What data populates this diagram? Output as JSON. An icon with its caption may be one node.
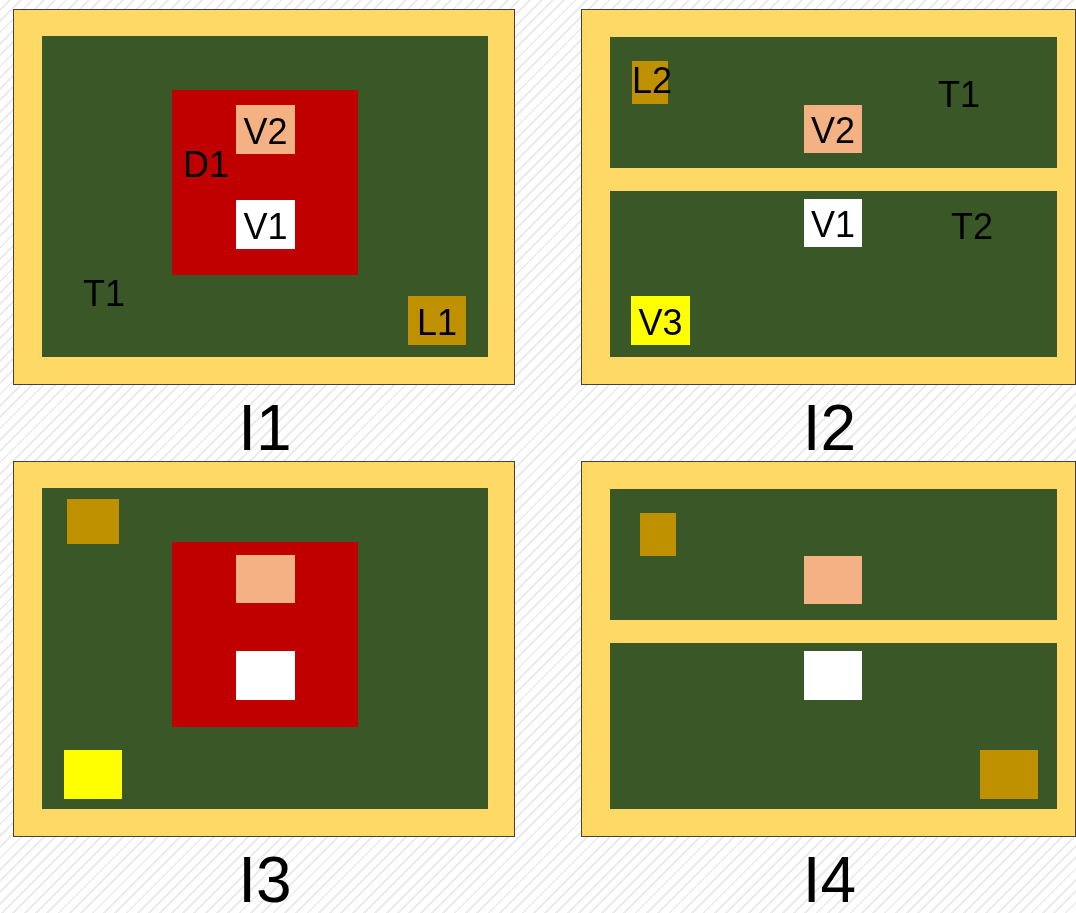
{
  "diagram": {
    "nodes": [
      {
        "text": [
          "I1"
        ]
      },
      {
        "text": [
          "T1"
        ],
        "in": 0
      },
      {
        "text": [
          "D1"
        ],
        "in": 1
      },
      {
        "text": [
          "V2"
        ],
        "in": 2
      },
      {
        "text": [
          "V1"
        ],
        "in": 2
      },
      {
        "text": [
          "L1"
        ],
        "in": 1
      },
      {
        "text": [
          "I2"
        ]
      },
      {
        "text": [
          "T1"
        ],
        "in": 6
      },
      {
        "text": [
          "L2"
        ],
        "in": 7
      },
      {
        "text": [
          "V2"
        ],
        "in": 7
      },
      {
        "text": [
          "T2"
        ],
        "in": 6
      },
      {
        "text": [
          "V1"
        ],
        "in": 10
      },
      {
        "text": [
          "V3"
        ],
        "in": 10
      },
      {
        "text": [
          "I3"
        ]
      },
      {
        "text": [],
        "shape": "box",
        "in": 13
      },
      {
        "text": [],
        "shape": "box",
        "in": 14
      },
      {
        "text": [],
        "shape": "box",
        "in": 14
      },
      {
        "text": [],
        "shape": "box",
        "in": 16
      },
      {
        "text": [],
        "shape": "box",
        "in": 16
      },
      {
        "text": [],
        "shape": "box",
        "in": 14
      },
      {
        "text": [
          "I4"
        ]
      },
      {
        "text": [],
        "shape": "box",
        "in": 20
      },
      {
        "text": [],
        "shape": "box",
        "in": 21
      },
      {
        "text": [],
        "shape": "box",
        "in": 21
      },
      {
        "text": [],
        "shape": "box",
        "in": 20
      },
      {
        "text": [],
        "shape": "box",
        "in": 24
      },
      {
        "text": [],
        "shape": "box",
        "in": 24
      }
    ],
    "edges": []
  }
}
